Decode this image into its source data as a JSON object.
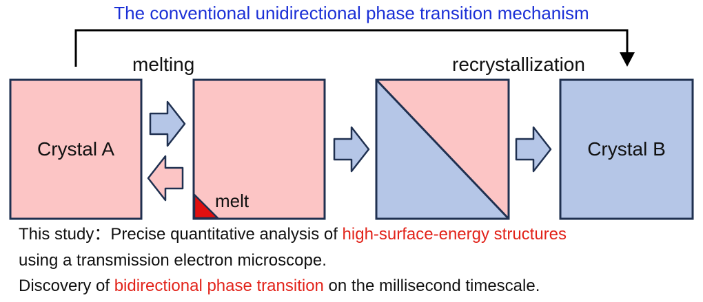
{
  "title": "The conventional unidirectional phase transition mechanism",
  "labels": {
    "melting": "melting",
    "recrystallization": "recrystallization",
    "crystal_a": "Crystal A",
    "crystal_b": "Crystal B",
    "melt": "melt"
  },
  "captions": {
    "line1_prefix": "This study：Precise quantitative analysis of ",
    "line1_highlight": "high-surface-energy structures",
    "line2": "using a transmission electron microscope.",
    "line3_prefix": "Discovery of ",
    "line3_highlight": "bidirectional phase transition",
    "line3_suffix": " on the millisecond timescale."
  },
  "colors": {
    "title": "#1a2fd6",
    "crystal_a_fill": "#fcc5c5",
    "crystal_b_fill": "#b5c6e7",
    "outline": "#1f3050",
    "melt_triangle": "#e01010",
    "highlight_text": "#e2231a",
    "arrow_blue": "#b5c6e7",
    "arrow_pink": "#fcc5c5"
  }
}
